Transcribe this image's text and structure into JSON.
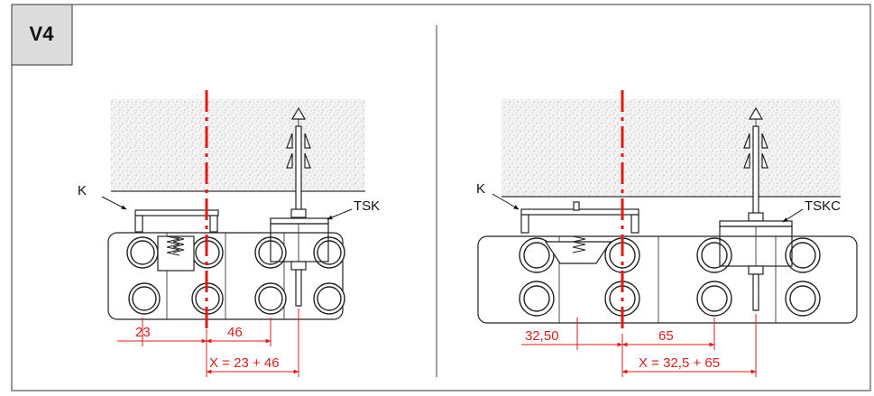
{
  "badge": "V4",
  "colors": {
    "accent": "#e01919",
    "dim": "#d81e1e",
    "badge_bg": "#dcdcdc",
    "concrete": "#f1f1f1"
  },
  "left": {
    "label_k": "K",
    "label_bracket": "TSK",
    "dim_a": "23",
    "dim_b": "46",
    "dim_total": "X = 23 + 46"
  },
  "right": {
    "label_k": "K",
    "label_bracket": "TSKC",
    "dim_a": "32,50",
    "dim_b": "65",
    "dim_total": "X = 32,5 + 65"
  }
}
